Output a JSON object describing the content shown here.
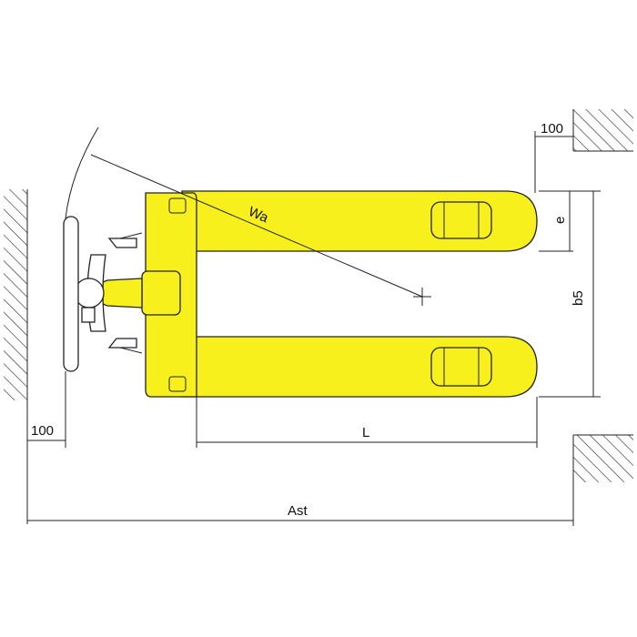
{
  "labels": {
    "wall_gap_top": "100",
    "wall_gap_left": "100",
    "fork_length": "L",
    "aisle_width": "Ast",
    "turning_radius": "Wa",
    "fork_spread": "b5",
    "fork_width": "e"
  },
  "colors": {
    "truck_body": "#f7f01c",
    "line": "#222222",
    "background": "#ffffff"
  }
}
